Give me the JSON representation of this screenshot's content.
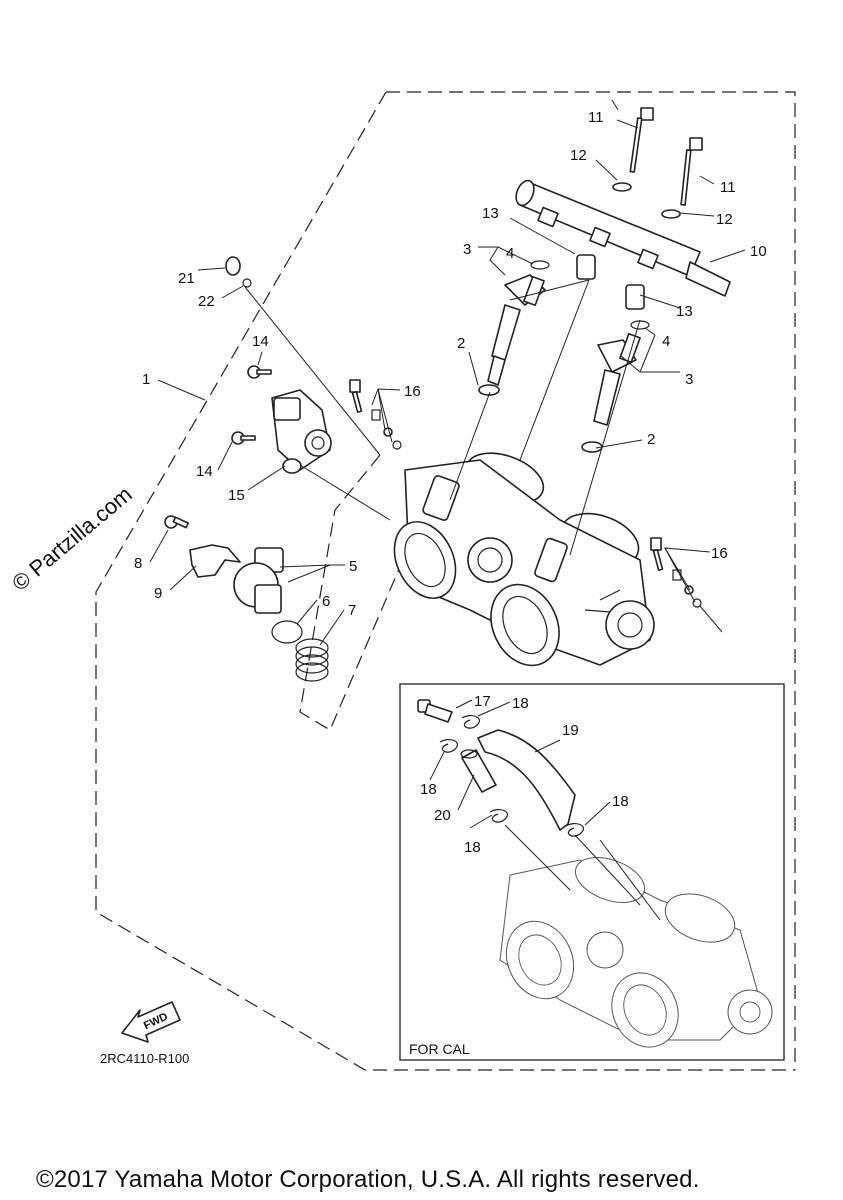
{
  "diagram": {
    "watermark": "© Partzilla.com",
    "drawing_code": "2RC4110-R100",
    "fwd_label": "FWD",
    "inset_label": "FOR CAL",
    "copyright": "©2017 Yamaha Motor Corporation, U.S.A. All rights reserved.",
    "callouts": [
      "1",
      "2",
      "2",
      "3",
      "3",
      "4",
      "4",
      "5",
      "6",
      "7",
      "8",
      "9",
      "10",
      "11",
      "11",
      "12",
      "12",
      "13",
      "13",
      "14",
      "14",
      "15",
      "16",
      "16",
      "17",
      "18",
      "18",
      "18",
      "18",
      "19",
      "20",
      "21",
      "22"
    ]
  }
}
